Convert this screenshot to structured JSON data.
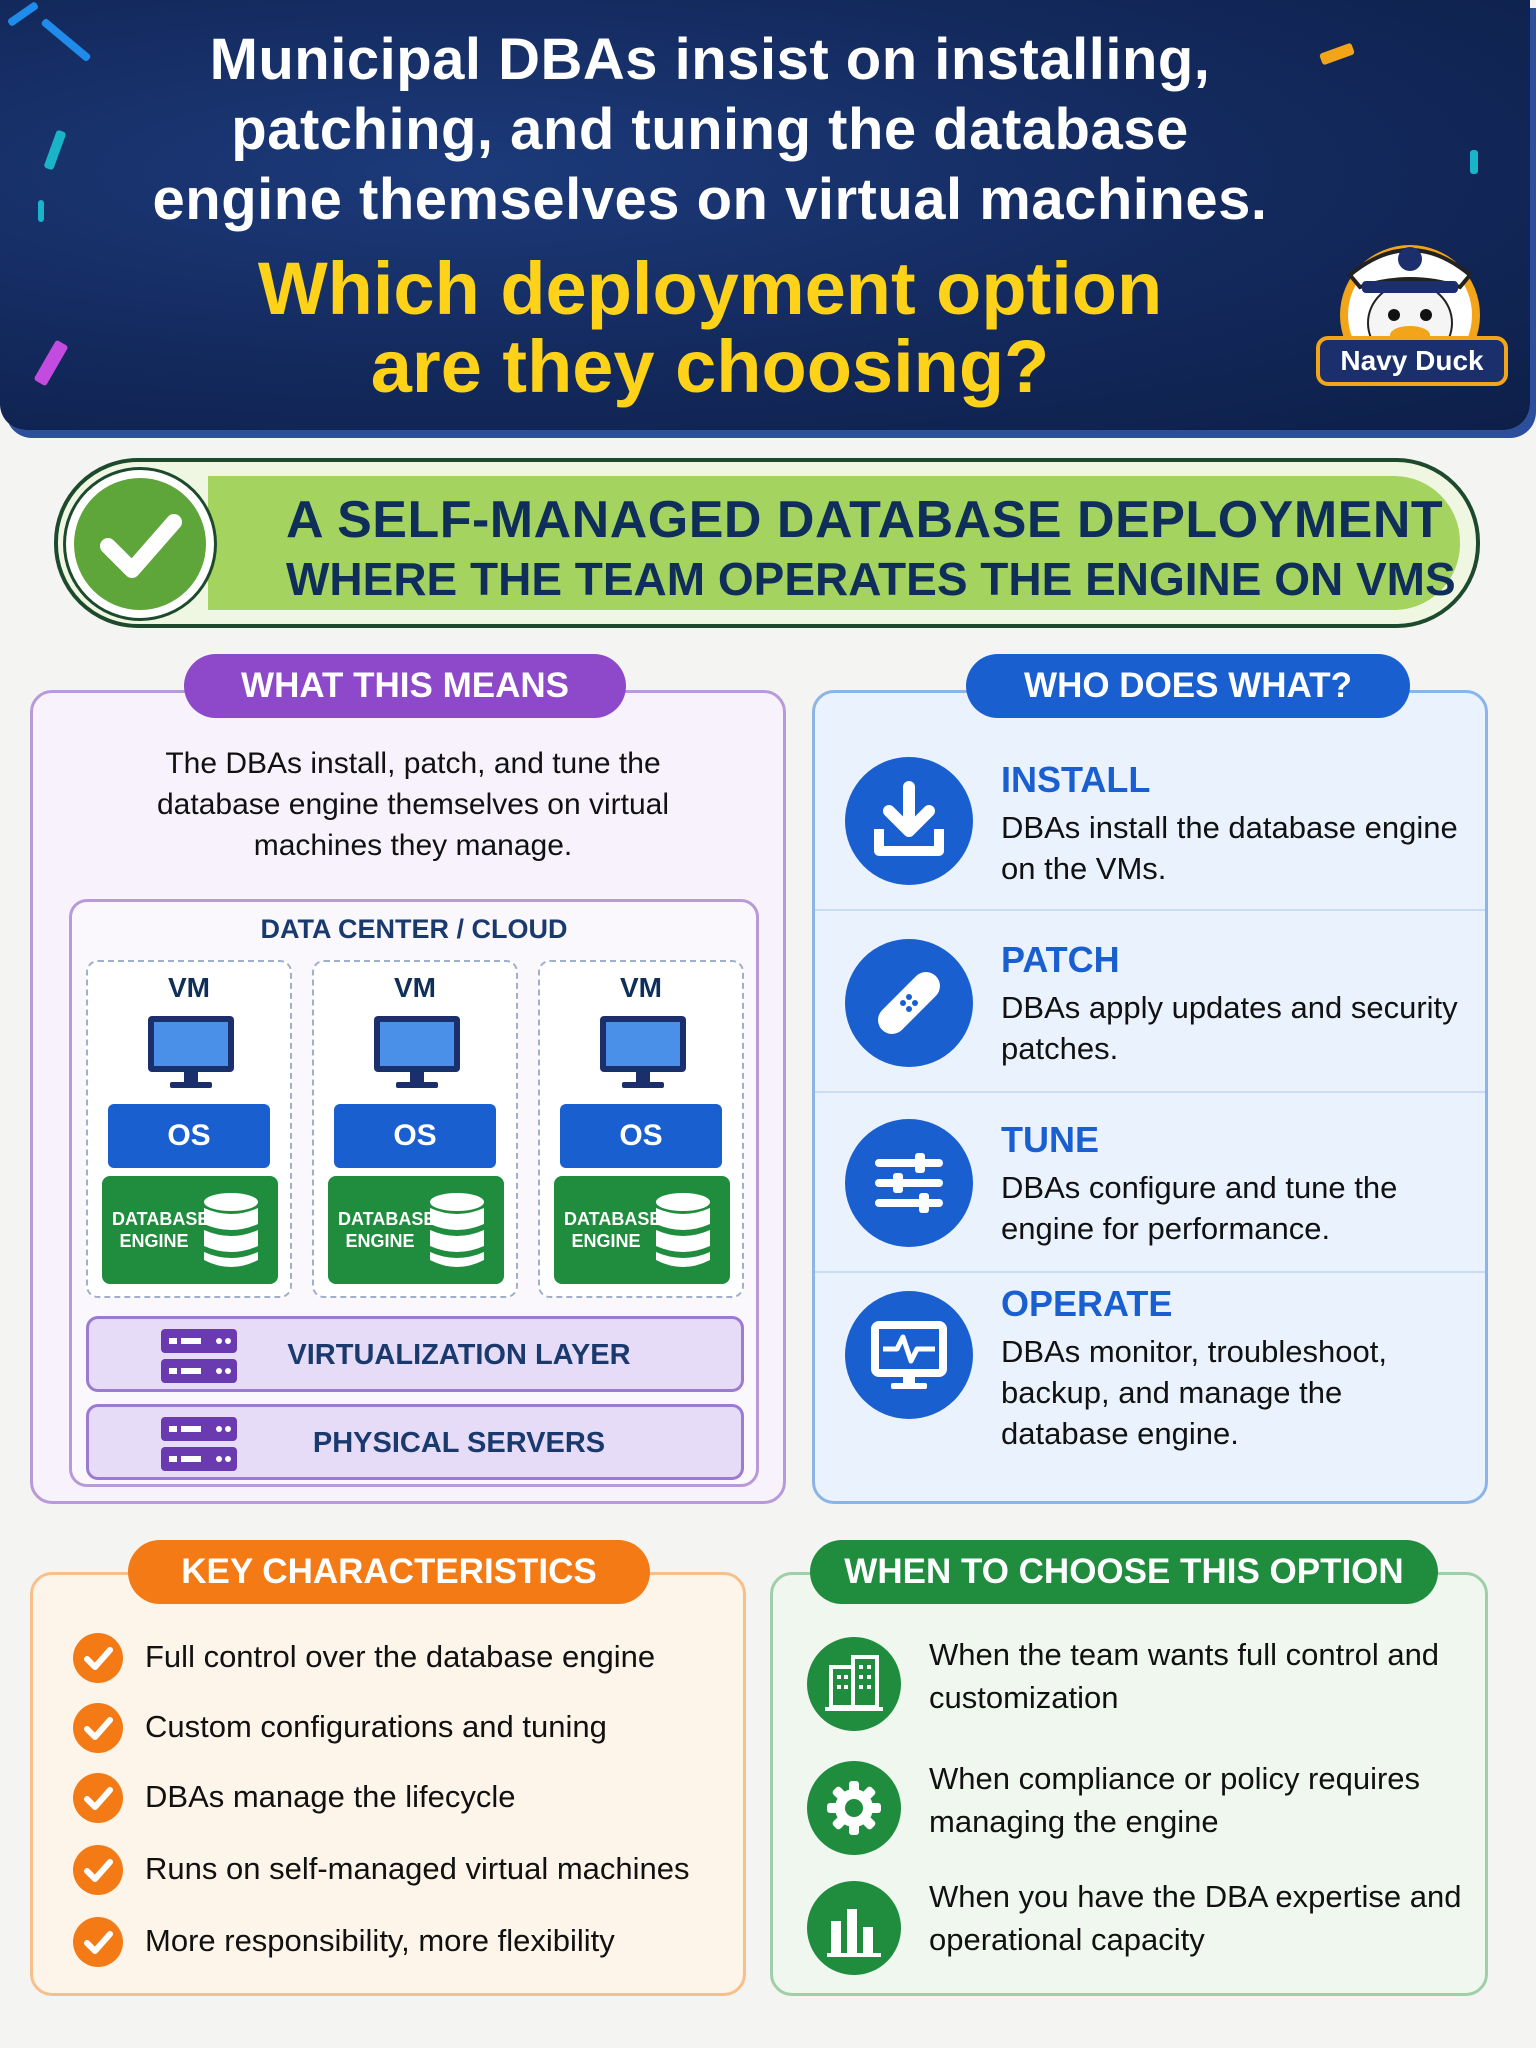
{
  "header": {
    "line1": "Municipal DBAs insist on installing,",
    "line2": "patching, and tuning the database",
    "line3": "engine themselves on virtual machines.",
    "question1": "Which deployment option",
    "question2": "are they choosing?",
    "badge": "Navy Duck"
  },
  "answer": {
    "line1": "A SELF-MANAGED DATABASE DEPLOYMENT",
    "line2": "WHERE THE TEAM OPERATES THE ENGINE ON VMS"
  },
  "means": {
    "title": "WHAT THIS MEANS",
    "text": "The DBAs install, patch, and tune the database engine themselves on virtual machines they manage.",
    "dc_title": "DATA CENTER / CLOUD",
    "vm_label": "VM",
    "os_label": "OS",
    "engine_label": "DATABASE ENGINE",
    "virtualization": "VIRTUALIZATION LAYER",
    "physical": "PHYSICAL SERVERS"
  },
  "who": {
    "title": "WHO DOES WHAT?",
    "items": [
      {
        "title": "INSTALL",
        "desc": "DBAs install the database engine on the VMs.",
        "icon": "download-icon"
      },
      {
        "title": "PATCH",
        "desc": "DBAs apply updates and security patches.",
        "icon": "bandage-icon"
      },
      {
        "title": "TUNE",
        "desc": "DBAs configure and tune the engine for performance.",
        "icon": "sliders-icon"
      },
      {
        "title": "OPERATE",
        "desc": "DBAs monitor, troubleshoot, backup, and manage the database engine.",
        "icon": "monitor-pulse-icon"
      }
    ]
  },
  "keys": {
    "title": "KEY CHARACTERISTICS",
    "items": [
      "Full control over the database engine",
      "Custom configurations and tuning",
      "DBAs manage the lifecycle",
      "Runs on self-managed virtual machines",
      "More responsibility, more flexibility"
    ]
  },
  "when": {
    "title": "WHEN TO CHOOSE THIS OPTION",
    "items": [
      {
        "text": "When the team wants full control and customization",
        "icon": "building-icon"
      },
      {
        "text": "When compliance or policy requires managing the engine",
        "icon": "gear-icon"
      },
      {
        "text": "When you have the DBA expertise and operational capacity",
        "icon": "bar-chart-icon"
      }
    ]
  },
  "colors": {
    "navy": "#13295c",
    "yellow": "#ffd21a",
    "green": "#a4d45f",
    "purple": "#8d49c9",
    "blue": "#1a5fd0",
    "orange": "#f47a15",
    "dark_green": "#1f8c3e"
  }
}
